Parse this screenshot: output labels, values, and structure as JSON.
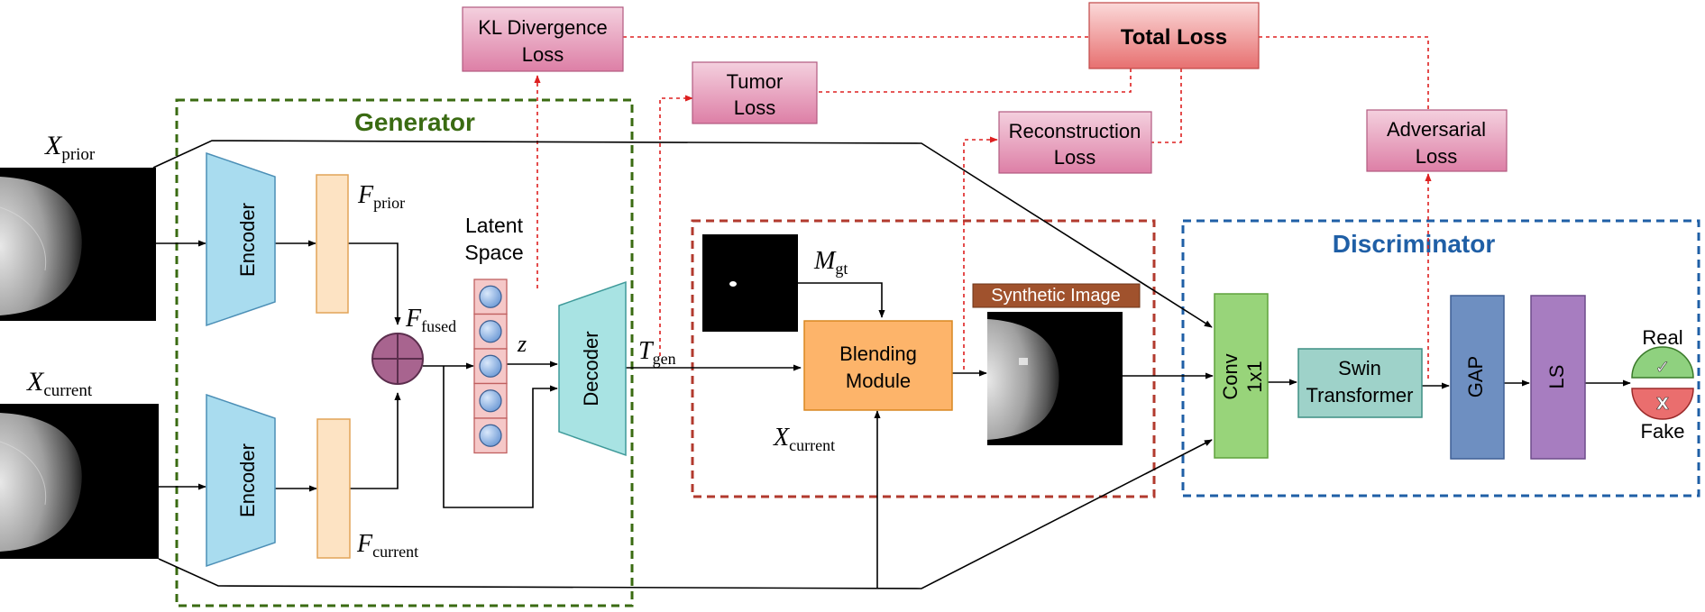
{
  "title_generator": "Generator",
  "title_discriminator": "Discriminator",
  "losses": {
    "kl": [
      "KL Divergence",
      "Loss"
    ],
    "tumor": [
      "Tumor",
      "Loss"
    ],
    "reconstruction": [
      "Reconstruction",
      "Loss"
    ],
    "adversarial": [
      "Adversarial",
      "Loss"
    ],
    "total": "Total Loss"
  },
  "inputs": {
    "prior": {
      "main": "X",
      "sub": "prior"
    },
    "current": {
      "main": "X",
      "sub": "current"
    }
  },
  "encoder_label": "Encoder",
  "decoder_label": "Decoder",
  "features": {
    "prior": {
      "main": "F",
      "sub": "prior"
    },
    "current": {
      "main": "F",
      "sub": "current"
    },
    "fused": {
      "main": "F",
      "sub": "fused"
    }
  },
  "latent_space": [
    "Latent",
    "Space"
  ],
  "z_label": "z",
  "t_gen": {
    "main": "T",
    "sub": "gen"
  },
  "m_gt": {
    "main": "M",
    "sub": "gt"
  },
  "x_current_blend": {
    "main": "X",
    "sub": "current"
  },
  "blending_module": [
    "Blending",
    "Module"
  ],
  "synthetic_image": "Synthetic Image",
  "conv": [
    "Conv",
    "1x1"
  ],
  "swin": [
    "Swin",
    "Transformer"
  ],
  "gap": "GAP",
  "ls": "LS",
  "real": "Real",
  "fake": "Fake",
  "check_symbol": "✓",
  "cross_symbol": "X",
  "colors": {
    "generator": "#3a6b12",
    "discriminator": "#1f5fa6",
    "blend_frame": "#b23a2e",
    "loss_fill_top": "#f4d0de",
    "loss_fill_bottom": "#dd7fa6",
    "total_fill_top": "#fbd9d9",
    "total_fill_bottom": "#e77070",
    "encoder": "#a9dcef",
    "decoder": "#a8e3e3",
    "feature": "#fde3c3",
    "latent_cell": "#f5c8c8",
    "blend": "#fdb46a",
    "conv": "#98d47a",
    "swin": "#9ed2c9",
    "gap": "#6e8fc1",
    "ls": "#a77dc0",
    "real": "#8fd17f",
    "fake": "#ea6e6e",
    "dashed_red": "#dd2020"
  }
}
